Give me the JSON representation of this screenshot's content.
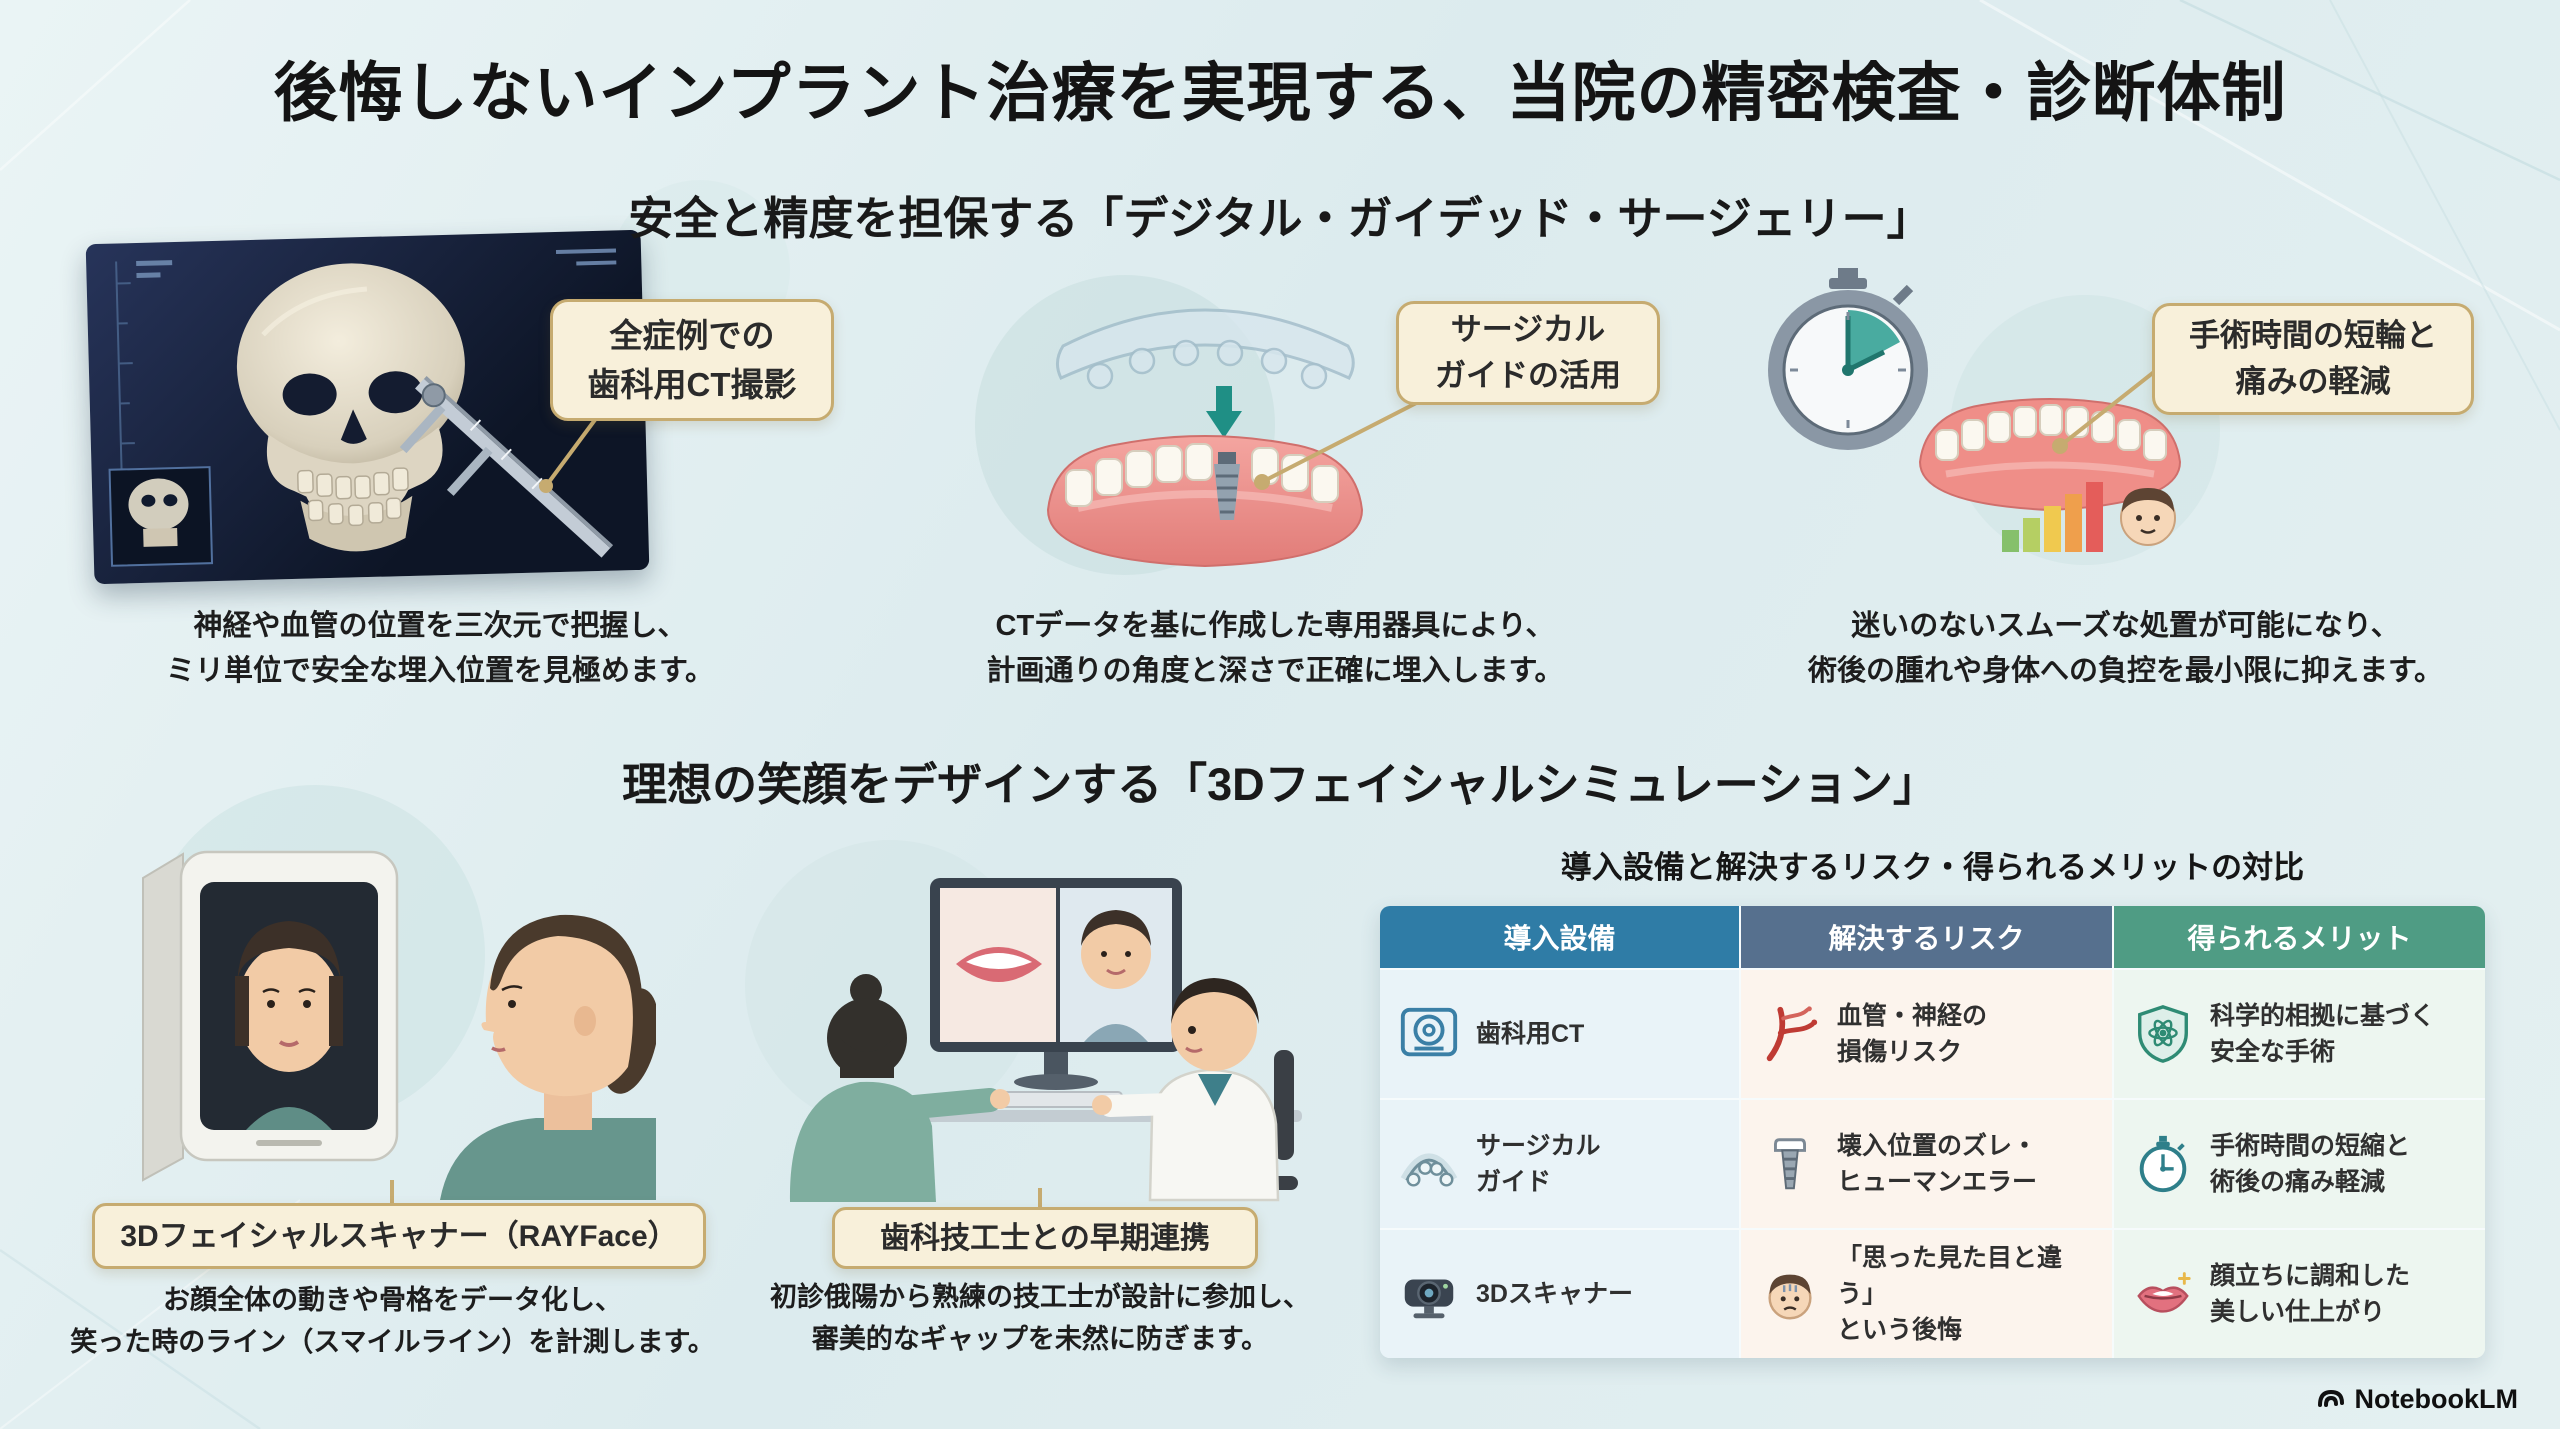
{
  "page": {
    "title": "後悔しないインプラント治療を実現する、当院の精密検査・診断体制"
  },
  "section1": {
    "heading": "安全と精度を担保する「デジタル・ガイデッド・サージェリー」",
    "panels": [
      {
        "badge": "全症例での\n歯科用CT撮影",
        "caption": "神経や血管の位置を三次元で把握し、\nミリ単位で安全な埋入位置を見極めます。",
        "illustration_icon": "skull-ct-caliper-illustration"
      },
      {
        "badge": "サージカル\nガイドの活用",
        "caption": "CTデータを基に作成した専用器具により、\n計画通りの角度と深さで正確に埋入します。",
        "illustration_icon": "surgical-guide-jaw-illustration"
      },
      {
        "badge": "手術時間の短輪と\n痛みの軽減",
        "caption": "迷いのないスムーズな処置が可能になり、\n術後の腫れや身体への負控を最小限に抑えます。",
        "illustration_icon": "stopwatch-jaw-scale-illustration"
      }
    ]
  },
  "section2": {
    "heading": "理想の笑顔をデザインする「3Dフェイシャルシミュレーション」",
    "panels": [
      {
        "badge": "3Dフェイシャルスキャナー（RAYFace）",
        "caption": "お顔全体の動きや骨格をデータ化し、\n笑った時のライン（スマイルライン）を計測します。",
        "illustration_icon": "facial-scanner-illustration"
      },
      {
        "badge": "歯科技工士との早期連携",
        "caption": "初診俄陽から熟練の技工士が設計に参加し、\n審美的なギャップを未然に防ぎます。",
        "illustration_icon": "doctor-technician-monitor-illustration"
      }
    ]
  },
  "comparison_table": {
    "title": "導入設備と解決するリスク・得られるメリットの対比",
    "headers": [
      "導入設備",
      "解決するリスク",
      "得られるメリット"
    ],
    "rows": [
      {
        "equipment": "歯科用CT",
        "equipment_icon": "ct-scanner-icon",
        "risk": "血管・神経の\n損傷リスク",
        "risk_icon": "blood-vessel-icon",
        "merit": "科学的相拠に基づく\n安全な手術",
        "merit_icon": "shield-atom-icon"
      },
      {
        "equipment": "サージカル\nガイド",
        "equipment_icon": "surgical-guide-icon",
        "risk": "壊入位置のズレ・\nヒューマンエラー",
        "risk_icon": "implant-icon",
        "merit": "手術時間の短縮と\n術後の痛み軽減",
        "merit_icon": "stopwatch-icon"
      },
      {
        "equipment": "3Dスキャナー",
        "equipment_icon": "camera-3d-icon",
        "risk": "「思った見た目と違う」\nという後悔",
        "risk_icon": "regret-face-icon",
        "merit": "顔立ちに調和した\n美しい仕上がり",
        "merit_icon": "lips-sparkle-icon"
      }
    ]
  },
  "footer": {
    "brand": "NotebookLM",
    "brand_icon": "notebooklm-logo-icon"
  },
  "colors": {
    "badge_background": "#f8f0da",
    "badge_border": "#c6ab70",
    "table_header_equipment": "#2f7ca6",
    "table_header_risk": "#56708e",
    "table_header_merit": "#4f9c84",
    "table_cell_equipment": "#e9f3f8",
    "table_cell_risk": "#fcf4ed",
    "table_cell_merit": "#edf6f0",
    "background_top": "#eaf4f5",
    "background_bottom": "#dcebee"
  }
}
